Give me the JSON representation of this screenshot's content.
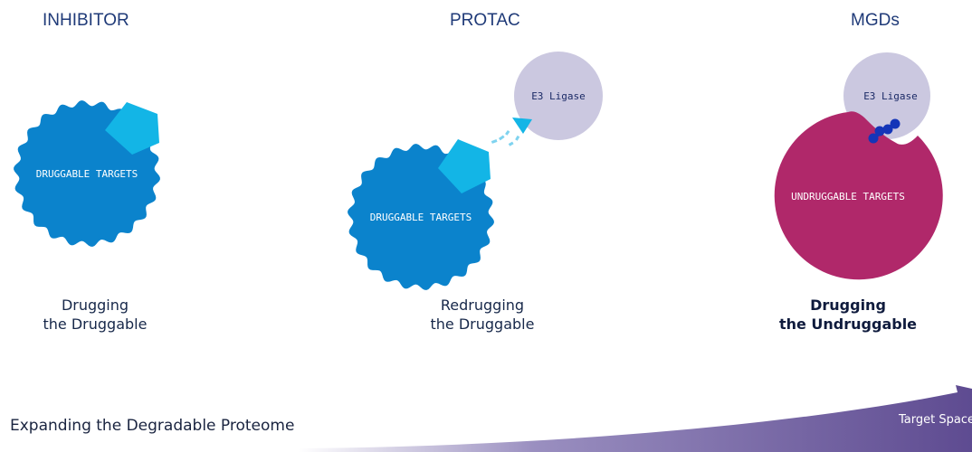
{
  "columns": [
    {
      "header": "INHIBITOR",
      "caption_line1": "Drugging",
      "caption_line2": "the Druggable",
      "target_label": "DRUGGABLE TARGETS"
    },
    {
      "header": "PROTAC",
      "caption_line1": "Redrugging",
      "caption_line2": "the Druggable",
      "target_label": "DRUGGABLE TARGETS",
      "ligase_label": "E3 Ligase"
    },
    {
      "header": "MGDs",
      "caption_line1": "Drugging",
      "caption_line2": "the Undruggable",
      "target_label": "UNDRUGGABLE TARGETS",
      "ligase_label": "E3 Ligase"
    }
  ],
  "footer": {
    "label": "Expanding the Degradable Proteome",
    "arrow_label": "Target Space"
  },
  "colors": {
    "druggable": "#0b83cc",
    "pentagon": "#13b5e6",
    "ligase": "#cbc8e0",
    "undruggable": "#b0286a",
    "glue": "#1435b8",
    "arrow": "#6a5a9a"
  }
}
